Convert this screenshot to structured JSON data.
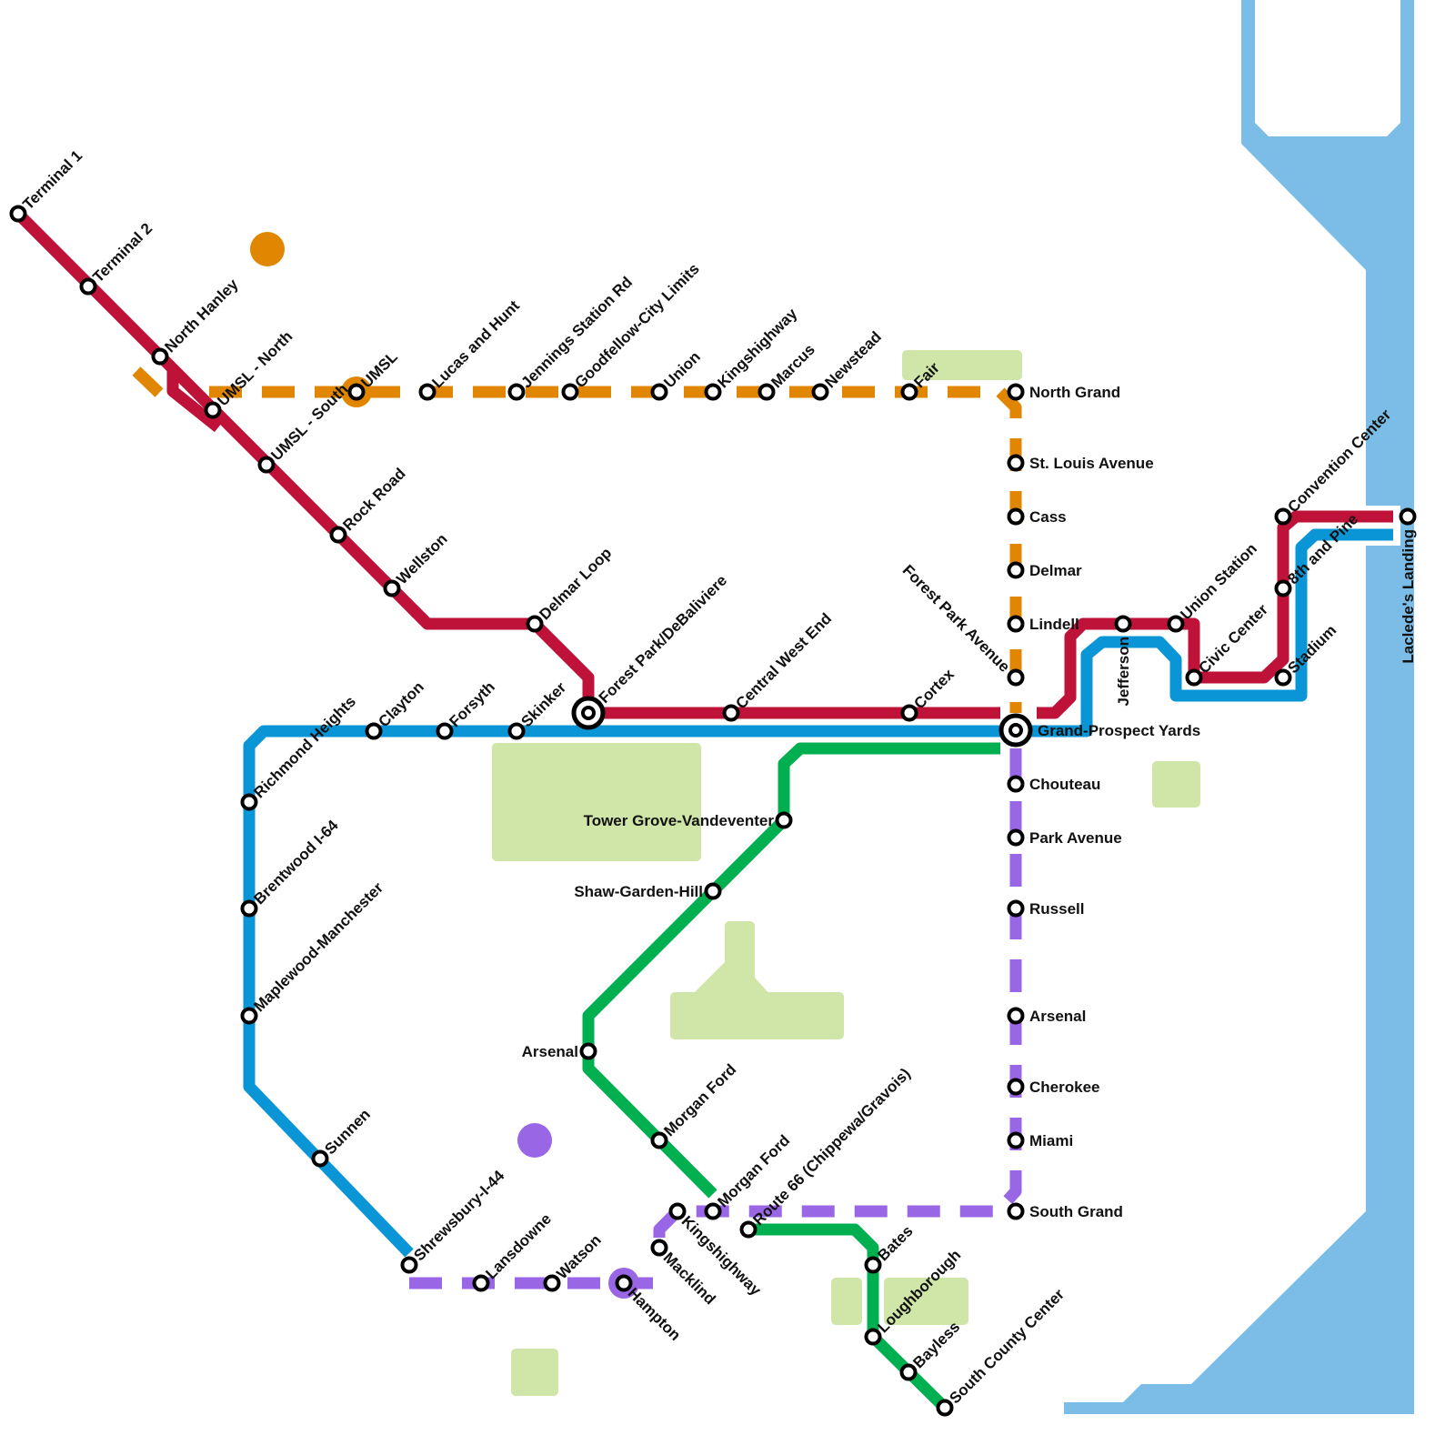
{
  "colors": {
    "red": "#BE1238",
    "blue": "#0A96D6",
    "orange": "#E08600",
    "green": "#00B050",
    "purple": "#9966E6",
    "water": "#7BBDE6",
    "park": "#D0E6A8"
  },
  "stations": [
    {
      "name": "Terminal 1",
      "line": "red"
    },
    {
      "name": "Terminal 2",
      "line": "red"
    },
    {
      "name": "North Hanley",
      "line": "red"
    },
    {
      "name": "UMSL - North",
      "line": "red"
    },
    {
      "name": "UMSL - South",
      "line": "red"
    },
    {
      "name": "Rock Road",
      "line": "red"
    },
    {
      "name": "Wellston",
      "line": "red"
    },
    {
      "name": "Delmar Loop",
      "line": "red"
    },
    {
      "name": "Forest Park/DeBaliviere",
      "line": "red",
      "interchange": true
    },
    {
      "name": "Central West End",
      "line": "red"
    },
    {
      "name": "Cortex",
      "line": "red"
    },
    {
      "name": "Grand-Prospect Yards",
      "line": "red",
      "interchange": true
    },
    {
      "name": "Jefferson",
      "line": "red"
    },
    {
      "name": "Union Station",
      "line": "red"
    },
    {
      "name": "Civic Center",
      "line": "red"
    },
    {
      "name": "Stadium",
      "line": "red"
    },
    {
      "name": "8th and Pine",
      "line": "red"
    },
    {
      "name": "Convention Center",
      "line": "red"
    },
    {
      "name": "Laclede's Landing",
      "line": "red"
    },
    {
      "name": "Richmond Heights",
      "line": "blue"
    },
    {
      "name": "Clayton",
      "line": "blue"
    },
    {
      "name": "Forsyth",
      "line": "blue"
    },
    {
      "name": "Skinker",
      "line": "blue"
    },
    {
      "name": "Brentwood I-64",
      "line": "blue"
    },
    {
      "name": "Maplewood-Manchester",
      "line": "blue"
    },
    {
      "name": "Sunnen",
      "line": "blue"
    },
    {
      "name": "Shrewsbury-I-44",
      "line": "blue"
    },
    {
      "name": "UMSL",
      "line": "orange"
    },
    {
      "name": "Lucas and Hunt",
      "line": "orange"
    },
    {
      "name": "Jennings Station Rd",
      "line": "orange"
    },
    {
      "name": "Goodfellow-City Limits",
      "line": "orange"
    },
    {
      "name": "Union",
      "line": "orange"
    },
    {
      "name": "Kingshighway",
      "line": "orange"
    },
    {
      "name": "Marcus",
      "line": "orange"
    },
    {
      "name": "Newstead",
      "line": "orange"
    },
    {
      "name": "Fair",
      "line": "orange"
    },
    {
      "name": "North Grand",
      "line": "orange"
    },
    {
      "name": "St. Louis Avenue",
      "line": "orange"
    },
    {
      "name": "Cass",
      "line": "orange"
    },
    {
      "name": "Delmar",
      "line": "orange"
    },
    {
      "name": "Lindell",
      "line": "orange"
    },
    {
      "name": "Forest Park Avenue",
      "line": "orange"
    },
    {
      "name": "Tower Grove-Vandeventer",
      "line": "green"
    },
    {
      "name": "Shaw-Garden-Hill",
      "line": "green"
    },
    {
      "name": "Arsenal",
      "line": "green"
    },
    {
      "name": "Morgan Ford",
      "line": "green"
    },
    {
      "name": "Morgan Ford",
      "line": "green"
    },
    {
      "name": "Route 66 (Chippewa/Gravois)",
      "line": "green"
    },
    {
      "name": "Bates",
      "line": "green"
    },
    {
      "name": "Loughborough",
      "line": "green"
    },
    {
      "name": "Bayless",
      "line": "green"
    },
    {
      "name": "South County Center",
      "line": "green"
    },
    {
      "name": "Chouteau",
      "line": "purple"
    },
    {
      "name": "Park Avenue",
      "line": "purple"
    },
    {
      "name": "Russell",
      "line": "purple"
    },
    {
      "name": "Arsenal",
      "line": "purple"
    },
    {
      "name": "Cherokee",
      "line": "purple"
    },
    {
      "name": "Miami",
      "line": "purple"
    },
    {
      "name": "South Grand",
      "line": "purple"
    },
    {
      "name": "Kingshighway",
      "line": "purple"
    },
    {
      "name": "Macklind",
      "line": "purple"
    },
    {
      "name": "Lansdowne",
      "line": "purple"
    },
    {
      "name": "Watson",
      "line": "purple"
    },
    {
      "name": "Hampton",
      "line": "purple"
    }
  ]
}
